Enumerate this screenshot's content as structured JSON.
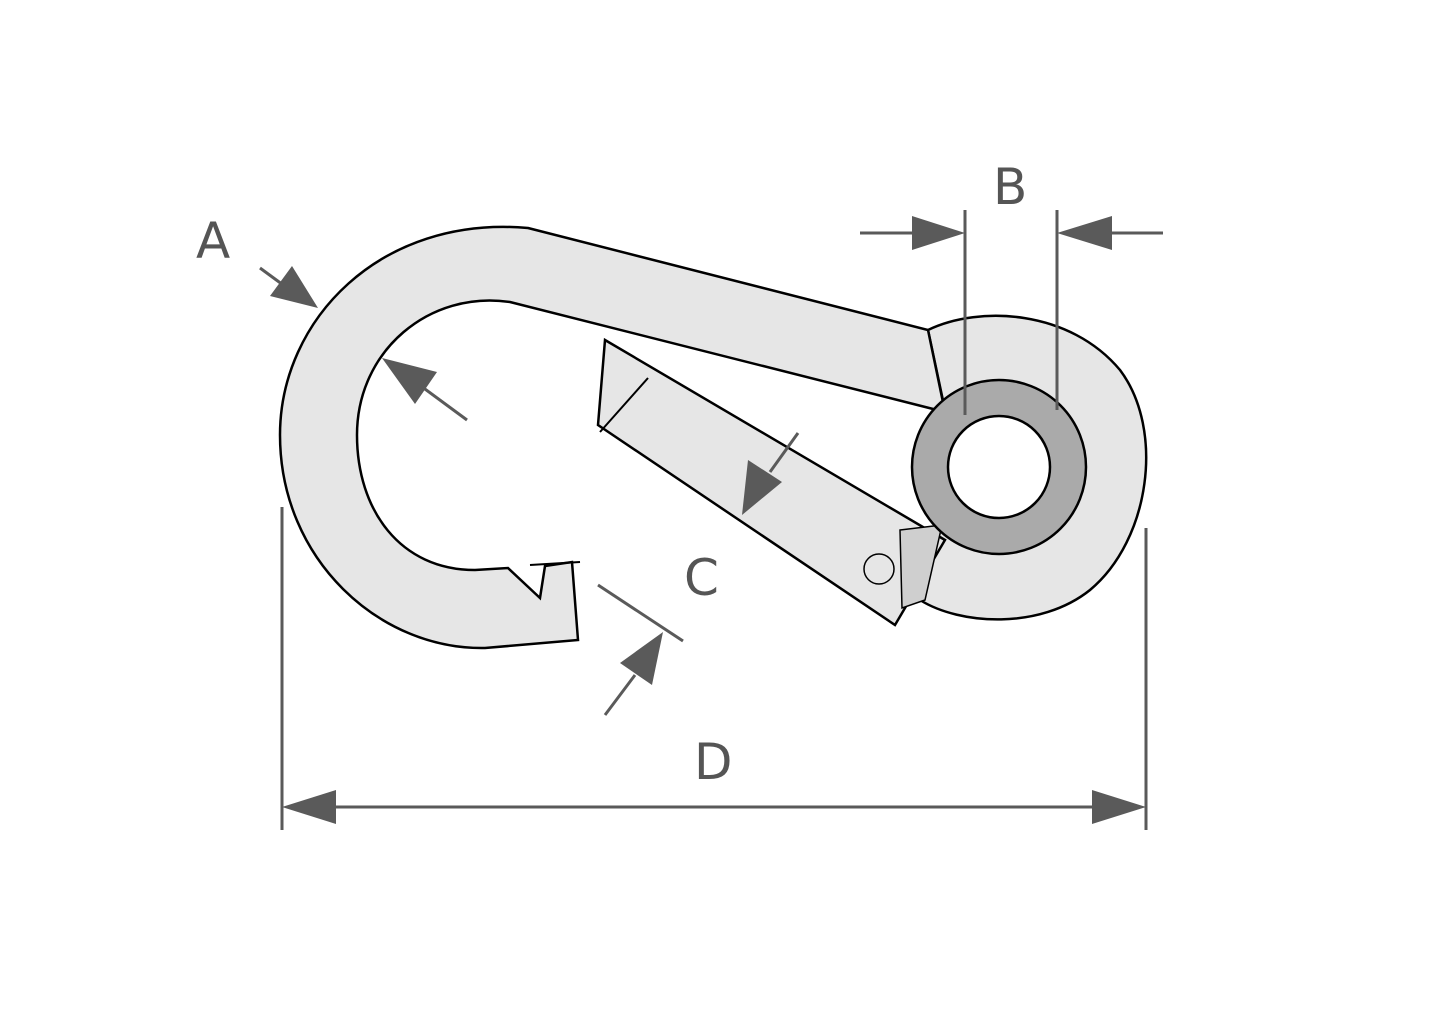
{
  "labels": {
    "a": "A",
    "b": "B",
    "c": "C",
    "d": "D"
  },
  "colors": {
    "body": "#e6e6e6",
    "ring": "#aaaaaa",
    "dimension": "#5a5a5a",
    "outline": "#000000"
  }
}
